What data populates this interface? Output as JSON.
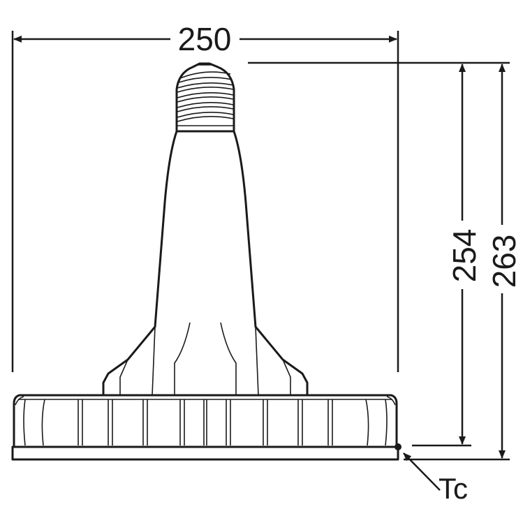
{
  "dimensions": {
    "width_label": "250",
    "height_inner_label": "254",
    "height_outer_label": "263"
  },
  "callout": {
    "label": "Tc"
  }
}
